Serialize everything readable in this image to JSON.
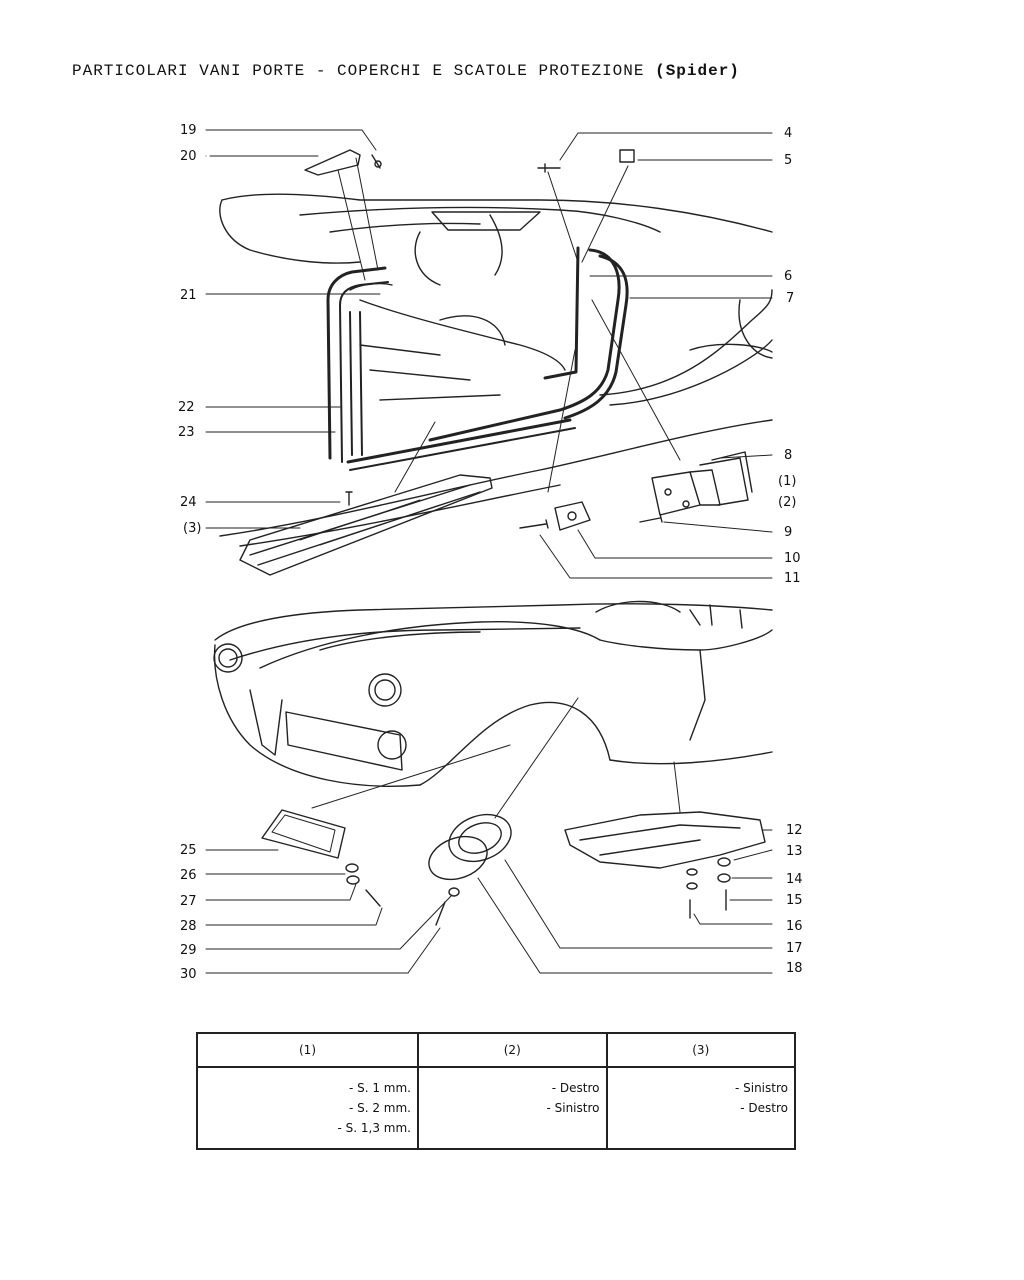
{
  "title": {
    "main": "PARTICOLARI VANI PORTE - COPERCHI E SCATOLE PROTEZIONE ",
    "suffix": "(Spider)"
  },
  "callouts": {
    "c19": "19",
    "c20": "20",
    "c21": "21",
    "c22": "22",
    "c23": "23",
    "c24": "24",
    "c3": "(3)",
    "c4": "4",
    "c5": "5",
    "c6": "6",
    "c7": "7",
    "c8": "8",
    "c1": "(1)",
    "c2": "(2)",
    "c9": "9",
    "c10": "10",
    "c11": "11",
    "c25": "25",
    "c26": "26",
    "c27": "27",
    "c28": "28",
    "c29": "29",
    "c30": "30",
    "c12": "12",
    "c13": "13",
    "c14": "14",
    "c15": "15",
    "c16": "16",
    "c17": "17",
    "c18": "18"
  },
  "notes_table": {
    "headers": [
      "(1)",
      "(2)",
      "(3)"
    ],
    "col1": [
      "- S. 1 mm.",
      "- S. 2 mm.",
      "- S. 1,3 mm."
    ],
    "col2": [
      "- Destro",
      "- Sinistro"
    ],
    "col3": [
      "- Sinistro",
      "- Destro"
    ]
  }
}
